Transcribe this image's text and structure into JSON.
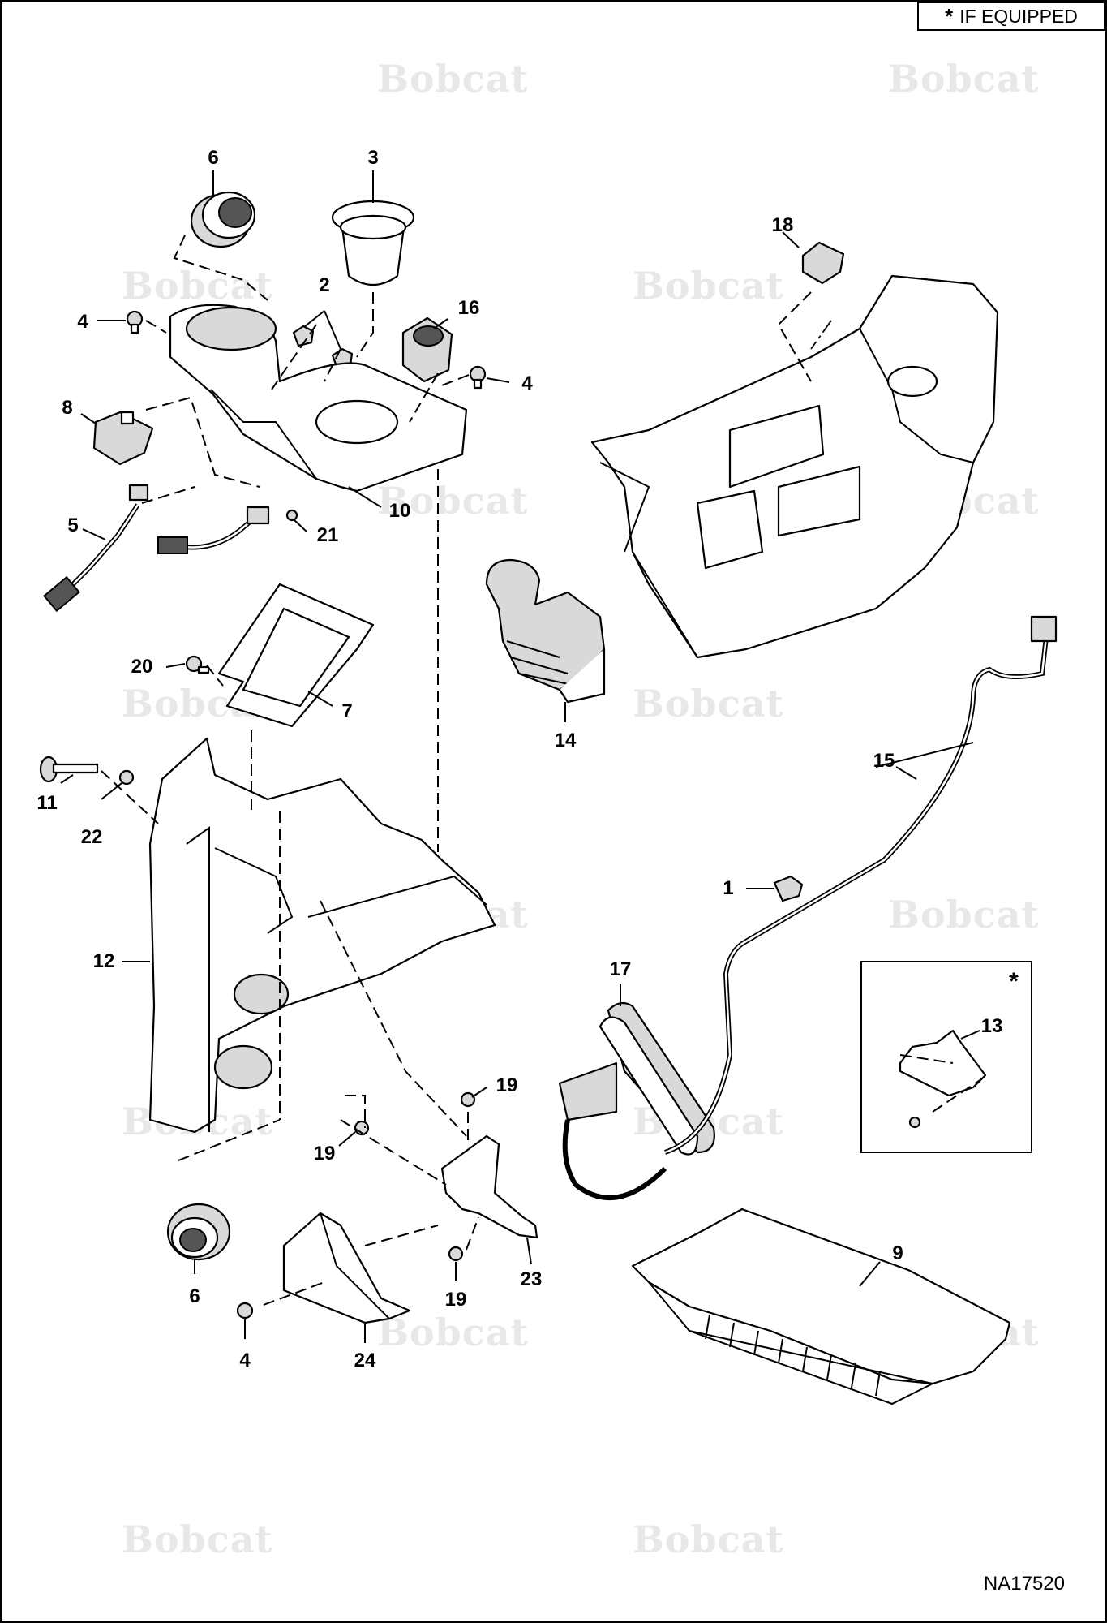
{
  "legend": {
    "marker": "*",
    "text": "IF EQUIPPED"
  },
  "figure_id": "NA17520",
  "watermark": "Bobcat",
  "inset_marker": "*",
  "callouts": {
    "c1": "1",
    "c2": "2",
    "c3": "3",
    "c4a": "4",
    "c4b": "4",
    "c4c": "4",
    "c5": "5",
    "c6a": "6",
    "c6b": "6",
    "c7": "7",
    "c8": "8",
    "c9": "9",
    "c10": "10",
    "c11": "11",
    "c12": "12",
    "c13": "13",
    "c14": "14",
    "c15": "15",
    "c16": "16",
    "c17": "17",
    "c18": "18",
    "c19a": "19",
    "c19b": "19",
    "c19c": "19",
    "c20": "20",
    "c21": "21",
    "c22": "22",
    "c23": "23",
    "c24": "24"
  }
}
